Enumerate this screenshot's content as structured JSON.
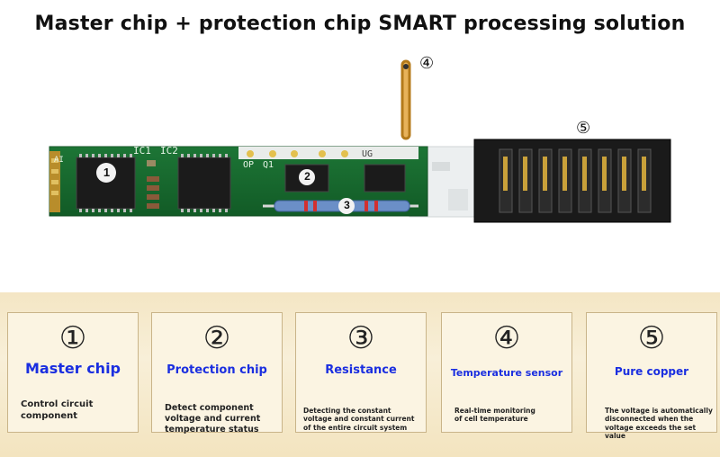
{
  "title": "Master chip + protection chip SMART processing solution",
  "board": {
    "labels": {
      "ic1": "IC1",
      "ic2": "IC2",
      "op": "OP",
      "q1": "Q1",
      "ug": "UG",
      "ai": "AI"
    },
    "markers": {
      "m1": "1",
      "m2": "2",
      "m3": "3"
    },
    "callouts": {
      "c4": "④",
      "c5": "⑤"
    }
  },
  "cards": [
    {
      "num": "①",
      "heading": "Master chip",
      "desc": "Control circuit component"
    },
    {
      "num": "②",
      "heading": "Protection chip",
      "desc": "Detect component voltage and current temperature status"
    },
    {
      "num": "③",
      "heading": "Resistance",
      "desc": "Detecting the constant voltage and constant current of the entire circuit system"
    },
    {
      "num": "④",
      "heading": "Temperature sensor",
      "desc": "Real-time monitoring of cell temperature"
    },
    {
      "num": "⑤",
      "heading": "Pure copper",
      "desc": "The voltage is automatically disconnected when the voltage exceeds the set value"
    }
  ]
}
